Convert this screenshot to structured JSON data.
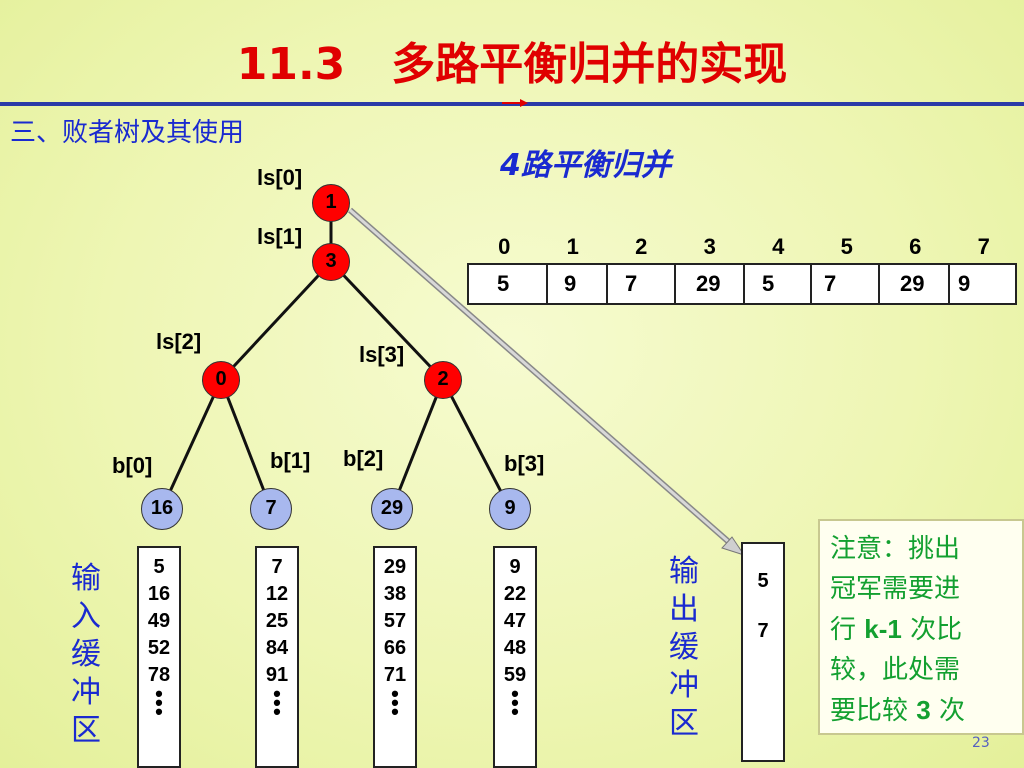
{
  "slide": {
    "title": "11.3   多路平衡归并的实现",
    "subtitle": "三、败者树及其使用",
    "caption": "4路平衡归并",
    "page_number": "23"
  },
  "tree": {
    "internal_labels": [
      "ls[0]",
      "ls[1]",
      "ls[2]",
      "ls[3]"
    ],
    "internal_values": [
      "1",
      "3",
      "0",
      "2"
    ],
    "leaf_labels": [
      "b[0]",
      "b[1]",
      "b[2]",
      "b[3]"
    ],
    "leaf_values": [
      "16",
      "7",
      "29",
      "9"
    ]
  },
  "array": {
    "indices": [
      "0",
      "1",
      "2",
      "3",
      "4",
      "5",
      "6",
      "7"
    ],
    "values": [
      "5",
      "9",
      "7",
      "29",
      "5",
      "7",
      "29",
      "9"
    ]
  },
  "input_buffer": {
    "label": [
      "输",
      "入",
      "缓",
      "冲",
      "区"
    ],
    "columns": [
      [
        "5",
        "16",
        "49",
        "52",
        "78"
      ],
      [
        "7",
        "12",
        "25",
        "84",
        "91"
      ],
      [
        "29",
        "38",
        "57",
        "66",
        "71"
      ],
      [
        "9",
        "22",
        "47",
        "48",
        "59"
      ]
    ]
  },
  "output_buffer": {
    "label": [
      "输",
      "出",
      "缓",
      "冲",
      "区"
    ],
    "values": [
      "5",
      "7"
    ]
  },
  "note": {
    "line1": "注意：挑出",
    "line2": "冠军需要进",
    "line3a": "行 ",
    "line3b": "k-1",
    "line3c": " 次比",
    "line4": "较，此处需",
    "line5a": "要比较 ",
    "line5b": "3",
    "line5c": " 次"
  },
  "colors": {
    "title": "#e00000",
    "subtitle": "#1a2ad0",
    "internal_node": "#ff0000",
    "leaf_node": "#a8b8ee",
    "note_text": "#13a030"
  }
}
